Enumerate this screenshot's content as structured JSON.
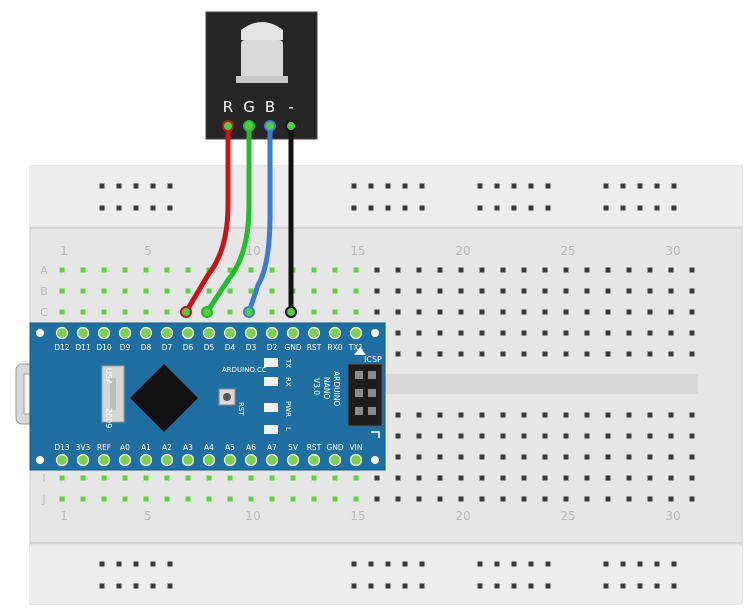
{
  "rgb_module": {
    "pin_labels": [
      "R",
      "G",
      "B",
      "-"
    ]
  },
  "breadboard": {
    "column_numbers": [
      "1",
      "5",
      "10",
      "15",
      "20",
      "25",
      "30"
    ],
    "row_letters_top": [
      "A",
      "B",
      "C"
    ],
    "row_letters_bottom": [
      "I",
      "J"
    ]
  },
  "arduino": {
    "top_pin_labels": [
      "D12",
      "D11",
      "D10",
      "D9",
      "D8",
      "D7",
      "D6",
      "D5",
      "D4",
      "D3",
      "D2",
      "GND",
      "RST",
      "RX0",
      "TX1"
    ],
    "bottom_pin_labels": [
      "D13",
      "3V3",
      "REF",
      "A0",
      "A1",
      "A2",
      "A3",
      "A4",
      "A5",
      "A6",
      "A7",
      "5V",
      "RST",
      "GND",
      "VIN"
    ],
    "usa_text": "USA",
    "year_text": "2009",
    "brand_text": "ARDUINO.CC",
    "model_lines": [
      "ARDUINO",
      "NANO",
      "V3.0"
    ],
    "icsp_label": "ICSP",
    "rst_button_label": "RST",
    "led_labels": [
      "TX",
      "RX",
      "PWR",
      "L"
    ]
  },
  "colors": {
    "wire_red": "#c81414",
    "wire_green": "#1fbf2a",
    "wire_blue": "#3a7bd5",
    "wire_black": "#111111",
    "board_blue": "#1f6fa3",
    "breadboard": "#e9e9e9",
    "hole_green": "#5fd13c"
  }
}
